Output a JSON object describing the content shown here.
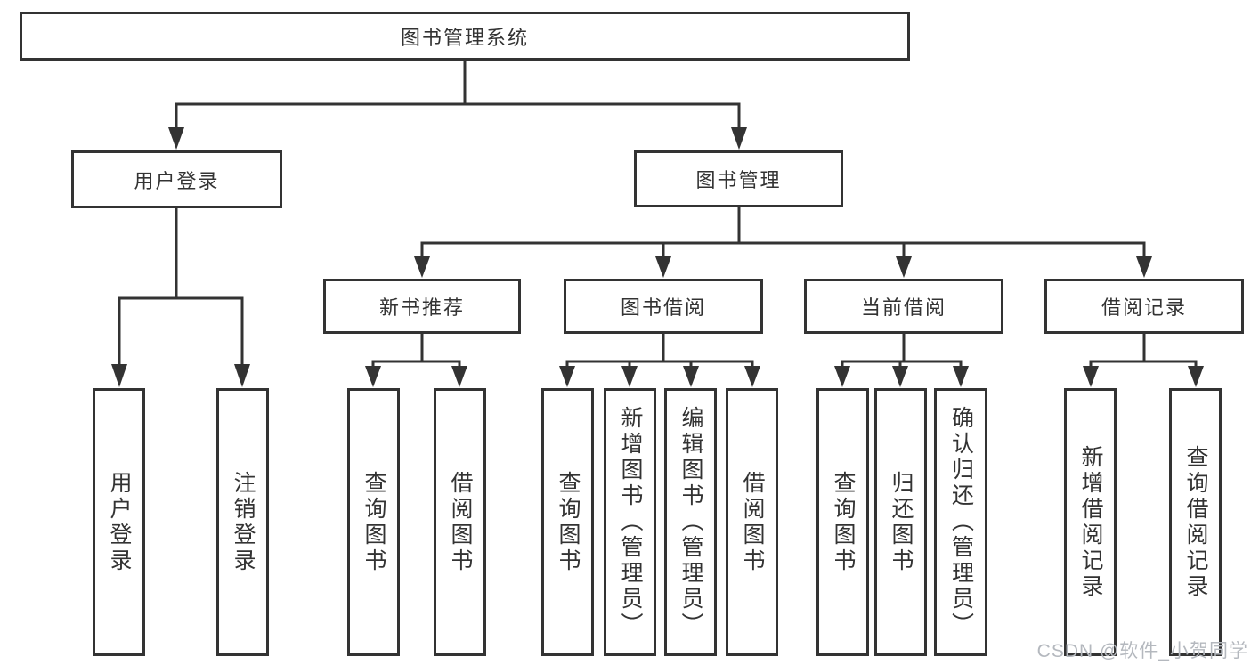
{
  "tree": {
    "root": {
      "label": "图书管理系统",
      "children": [
        {
          "label": "用户登录",
          "children": [
            {
              "label": "用户登录"
            },
            {
              "label": "注销登录"
            }
          ]
        },
        {
          "label": "图书管理",
          "children": [
            {
              "label": "新书推荐",
              "children": [
                {
                  "label": "查询图书"
                },
                {
                  "label": "借阅图书"
                }
              ]
            },
            {
              "label": "图书借阅",
              "children": [
                {
                  "label": "查询图书"
                },
                {
                  "label": "新增图书（管理员）"
                },
                {
                  "label": "编辑图书（管理员）"
                },
                {
                  "label": "借阅图书"
                }
              ]
            },
            {
              "label": "当前借阅",
              "children": [
                {
                  "label": "查询图书"
                },
                {
                  "label": "归还图书"
                },
                {
                  "label": "确认归还（管理员）"
                }
              ]
            },
            {
              "label": "借阅记录",
              "children": [
                {
                  "label": "新增借阅记录"
                },
                {
                  "label": "查询借阅记录"
                }
              ]
            }
          ]
        }
      ]
    }
  },
  "watermark": {
    "text": "CSDN @软件_小贺同学",
    "color": "#b4b8be"
  },
  "colors": {
    "line": "#333333",
    "background": "#ffffff",
    "text": "#333333"
  }
}
